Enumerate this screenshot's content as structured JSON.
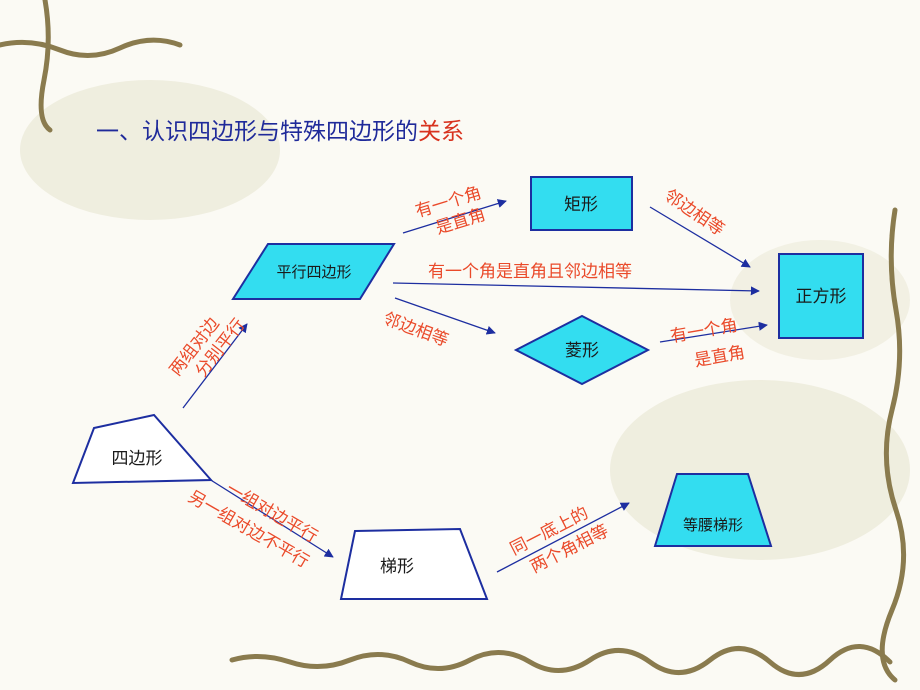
{
  "title": {
    "main": "一、认识四边形与特殊四边形的",
    "highlight": "关系"
  },
  "nodes": {
    "quadrilateral": "四边形",
    "parallelogram": "平行四边形",
    "rectangle": "矩形",
    "rhombus": "菱形",
    "square": "正方形",
    "trapezoid": "梯形",
    "isosceles_trapezoid": "等腰梯形"
  },
  "edges": {
    "quad_to_para": [
      "两组对边",
      "分别平行"
    ],
    "para_to_rect": [
      "有一个角",
      "是直角"
    ],
    "para_to_square": "有一个角是直角且邻边相等",
    "para_to_rhombus": "邻边相等",
    "rect_to_square": "邻边相等",
    "rhombus_to_square": [
      "有一个角",
      "是直角"
    ],
    "quad_to_trap": [
      "一组对边平行",
      "另一组对边不平行"
    ],
    "trap_to_iso": [
      "同一底上的",
      "两个角相等"
    ]
  },
  "colors": {
    "cyan_fill": "#33ddf0",
    "stroke": "#1d2ea0",
    "label_red": "#ea4a2a",
    "title_blue": "#1f2a9a",
    "title_red": "#d8321e"
  }
}
